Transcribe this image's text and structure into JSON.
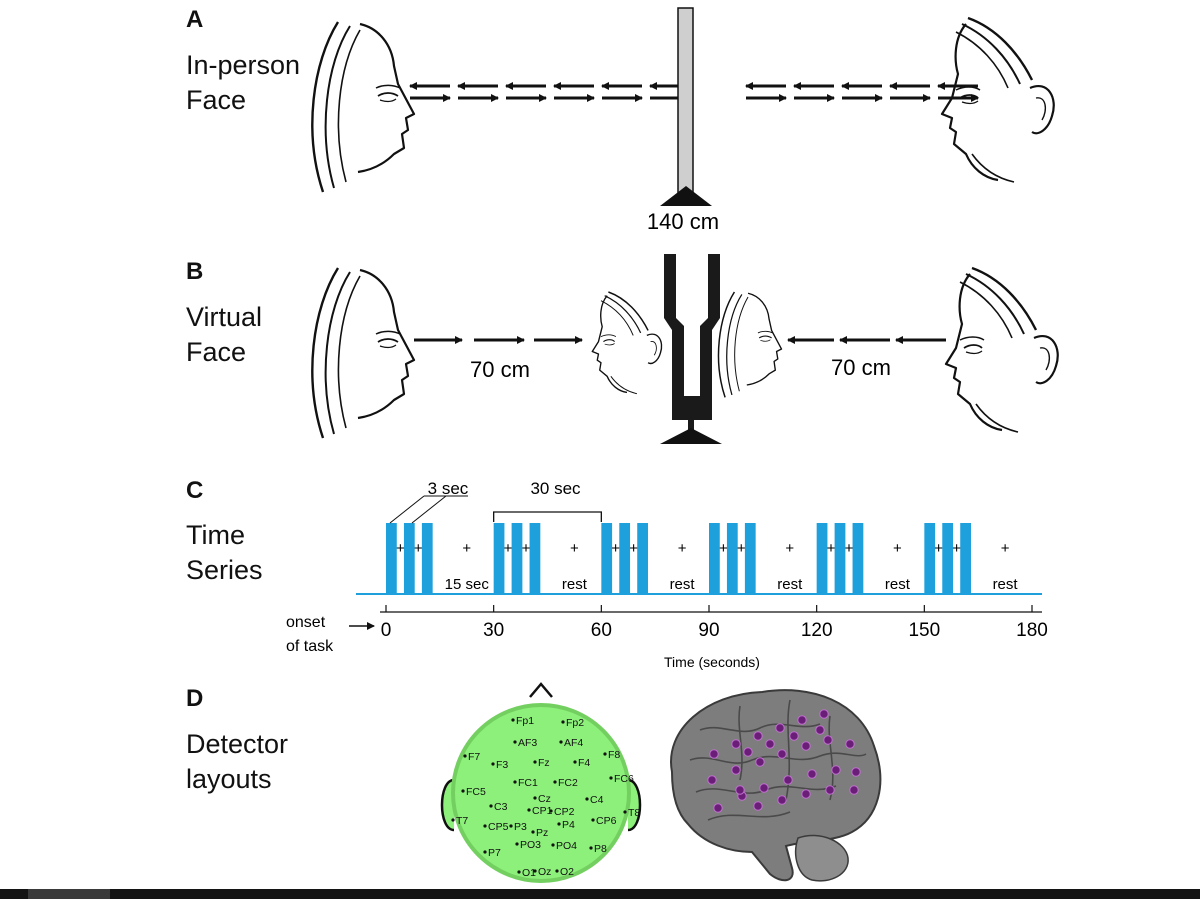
{
  "panels": {
    "a": {
      "letter": "A",
      "title_line1": "In-person",
      "title_line2": "Face",
      "distance": "140 cm"
    },
    "b": {
      "letter": "B",
      "title_line1": "Virtual",
      "title_line2": "Face",
      "left_distance": "70 cm",
      "right_distance": "70 cm"
    },
    "c": {
      "letter": "C",
      "title_line1": "Time",
      "title_line2": "Series",
      "block_duration": "3 sec",
      "epoch_duration": "30 sec",
      "first_rest": "15 sec",
      "rest_label": "rest",
      "fixation": "+",
      "onset_line1": "onset",
      "onset_line2": "of task",
      "xlabel": "Time (seconds)",
      "ticks": [
        "0",
        "30",
        "60",
        "90",
        "120",
        "150",
        "180"
      ]
    },
    "d": {
      "letter": "D",
      "title_line1": "Detector",
      "title_line2": "layouts",
      "electrodes": [
        "Fp1",
        "Fp2",
        "AF3",
        "AF4",
        "F7",
        "F3",
        "Fz",
        "F4",
        "F8",
        "FC5",
        "FC1",
        "FC2",
        "FC6",
        "T7",
        "C3",
        "Cz",
        "C4",
        "T8",
        "CP5",
        "CP1",
        "CP2",
        "CP6",
        "P3",
        "Pz",
        "P4",
        "P7",
        "P8",
        "PO3",
        "PO4",
        "O1",
        "Oz",
        "O2"
      ]
    }
  },
  "colors": {
    "task_block": "#1ea0dc",
    "scalp": "#8df07a",
    "brain_marker": "#6b1e78",
    "brain": "#7d7d7d"
  },
  "chart_data": {
    "type": "bar",
    "title": "",
    "xlabel": "Time (seconds)",
    "ylabel": "",
    "xlim": [
      0,
      180
    ],
    "block_width_sec": 3,
    "task_epochs": [
      {
        "start": 0,
        "task_end": 15,
        "rest_end": 30
      },
      {
        "start": 30,
        "task_end": 45,
        "rest_end": 60
      },
      {
        "start": 60,
        "task_end": 75,
        "rest_end": 90
      },
      {
        "start": 90,
        "task_end": 105,
        "rest_end": 120
      },
      {
        "start": 120,
        "task_end": 135,
        "rest_end": 150
      },
      {
        "start": 150,
        "task_end": 165,
        "rest_end": 180
      }
    ],
    "task_blocks_per_epoch": 3,
    "grid": false
  }
}
